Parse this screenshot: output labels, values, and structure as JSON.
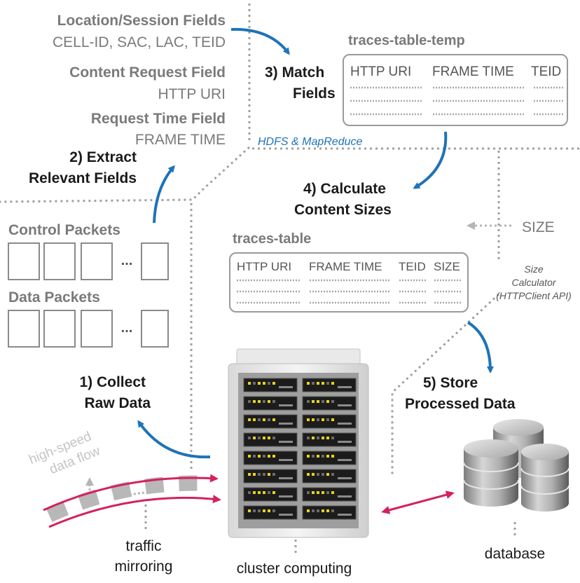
{
  "fields": {
    "location_title": "Location/Session Fields",
    "location_values": "CELL-ID, SAC, LAC, TEID",
    "content_title": "Content Request Field",
    "content_value": "HTTP URI",
    "time_title": "Request Time Field",
    "time_value": "FRAME TIME"
  },
  "steps": {
    "s1_line1": "1) Collect",
    "s1_line2": "Raw Data",
    "s2_line1": "2)  Extract",
    "s2_line2": "Relevant Fields",
    "s3_line1": "3)  Match",
    "s3_line2": "Fields",
    "s4_line1": "4)  Calculate",
    "s4_line2": "Content Sizes",
    "s5_line1": "5)  Store",
    "s5_line2": "Processed Data"
  },
  "hdfs_label": "HDFS & MapReduce",
  "temp_table": {
    "title": "traces-table-temp",
    "columns": [
      "HTTP URI",
      "FRAME TIME",
      "TEID"
    ]
  },
  "traces_table": {
    "title": "traces-table",
    "columns": [
      "HTTP URI",
      "FRAME TIME",
      "TEID",
      "SIZE"
    ]
  },
  "packets": {
    "control_label": "Control Packets",
    "data_label": "Data Packets",
    "ellipsis": "..."
  },
  "size_label": "SIZE",
  "size_calc": {
    "line1": "Size",
    "line2": "Calculator",
    "line3": "(HTTPClient API)"
  },
  "flow": {
    "line1": "high-speed",
    "line2": "data flow"
  },
  "bottom_labels": {
    "traffic_line1": "traffic",
    "traffic_line2": "mirroring",
    "cluster": "cluster computing",
    "database": "database"
  },
  "colors": {
    "arrow_blue": "#1e73b8",
    "link_red": "#d4225c",
    "text_gray": "#7a7a7a",
    "led_yellow": "#e8d21c"
  }
}
